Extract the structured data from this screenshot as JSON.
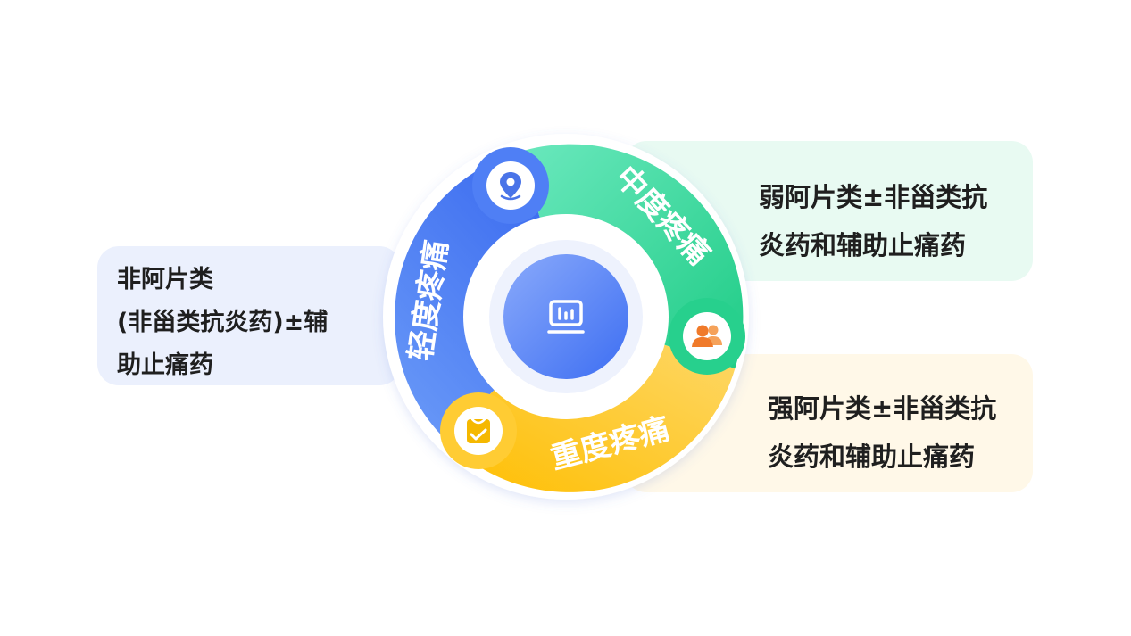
{
  "segments": {
    "mild": {
      "label": "轻度疼痛",
      "color_start": "#4f7ff5",
      "color_end": "#6b9bf8"
    },
    "moderate": {
      "label": "中度疼痛",
      "color_start": "#27d08d",
      "color_end": "#6ae8bd"
    },
    "severe": {
      "label": "重度疼痛",
      "color_start": "#ffc400",
      "color_end": "#fdd86a"
    }
  },
  "panels": {
    "mild": {
      "lines": [
        "非阿片类",
        "(非甾类抗炎药)±辅",
        "助止痛药"
      ]
    },
    "moderate": {
      "lines": [
        "弱阿片类±非甾类抗",
        "炎药和辅助止痛药"
      ]
    },
    "severe": {
      "lines": [
        "强阿片类±非甾类抗",
        "炎药和辅助止痛药"
      ]
    }
  },
  "icons": {
    "mild": "location-pin-icon",
    "moderate": "users-icon",
    "severe": "shopping-bag-check-icon",
    "center": "monitor-chart-icon"
  },
  "colors": {
    "center_circle": "#4f7ff5",
    "icon_blue": "#4a74e8",
    "icon_orange": "#f07a2a",
    "icon_yellow": "#f5b800"
  }
}
